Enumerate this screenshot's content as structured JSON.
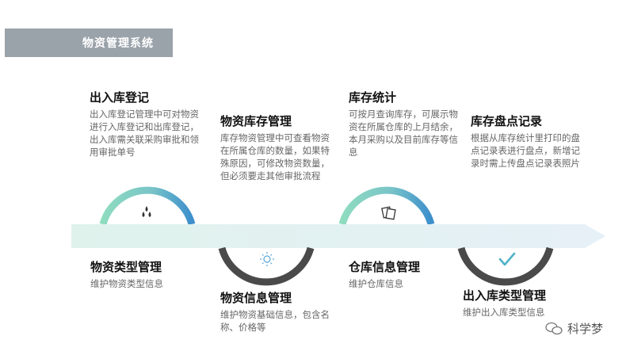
{
  "header": {
    "title": "物资管理系统"
  },
  "modules": [
    {
      "title": "出入库登记",
      "desc": "出入库登记管理中可对物资进行入库登记和出库登记，出入库需关联采购审批和领用审批单号"
    },
    {
      "title": "物资类型管理",
      "desc": "维护物资类型信息"
    },
    {
      "title": "物资库存管理",
      "desc": "库存物资管理中可查看物资在所属仓库的数量，如果特殊原因，可修改物资数量，但必须要走其他审批流程"
    },
    {
      "title": "物资信息管理",
      "desc": "维护物资基础信息，包含名称、价格等"
    },
    {
      "title": "库存统计",
      "desc": "可按月查询库存，可展示物资在所属仓库的上月结余，本月采购以及目前库存等信息"
    },
    {
      "title": "仓库信息管理",
      "desc": "维护仓库信息"
    },
    {
      "title": "库存盘点记录",
      "desc": "根据从库存统计里打印的盘点记录表进行盘点，新增记录时需上传盘点记录表照片"
    },
    {
      "title": "出入库类型管理",
      "desc": "维护出入库类型信息"
    }
  ],
  "icons": [
    "water-drops-icon",
    "sun-icon",
    "documents-icon",
    "check-icon"
  ],
  "colors": {
    "accent_teal": "#7fd1b6",
    "accent_blue": "#4a9bd0",
    "ring_dark": "#4a4a4a",
    "arrow_fill": "#e4f2f6",
    "header_bg": "#9aa2aa"
  },
  "watermark": {
    "text": "科学梦"
  }
}
